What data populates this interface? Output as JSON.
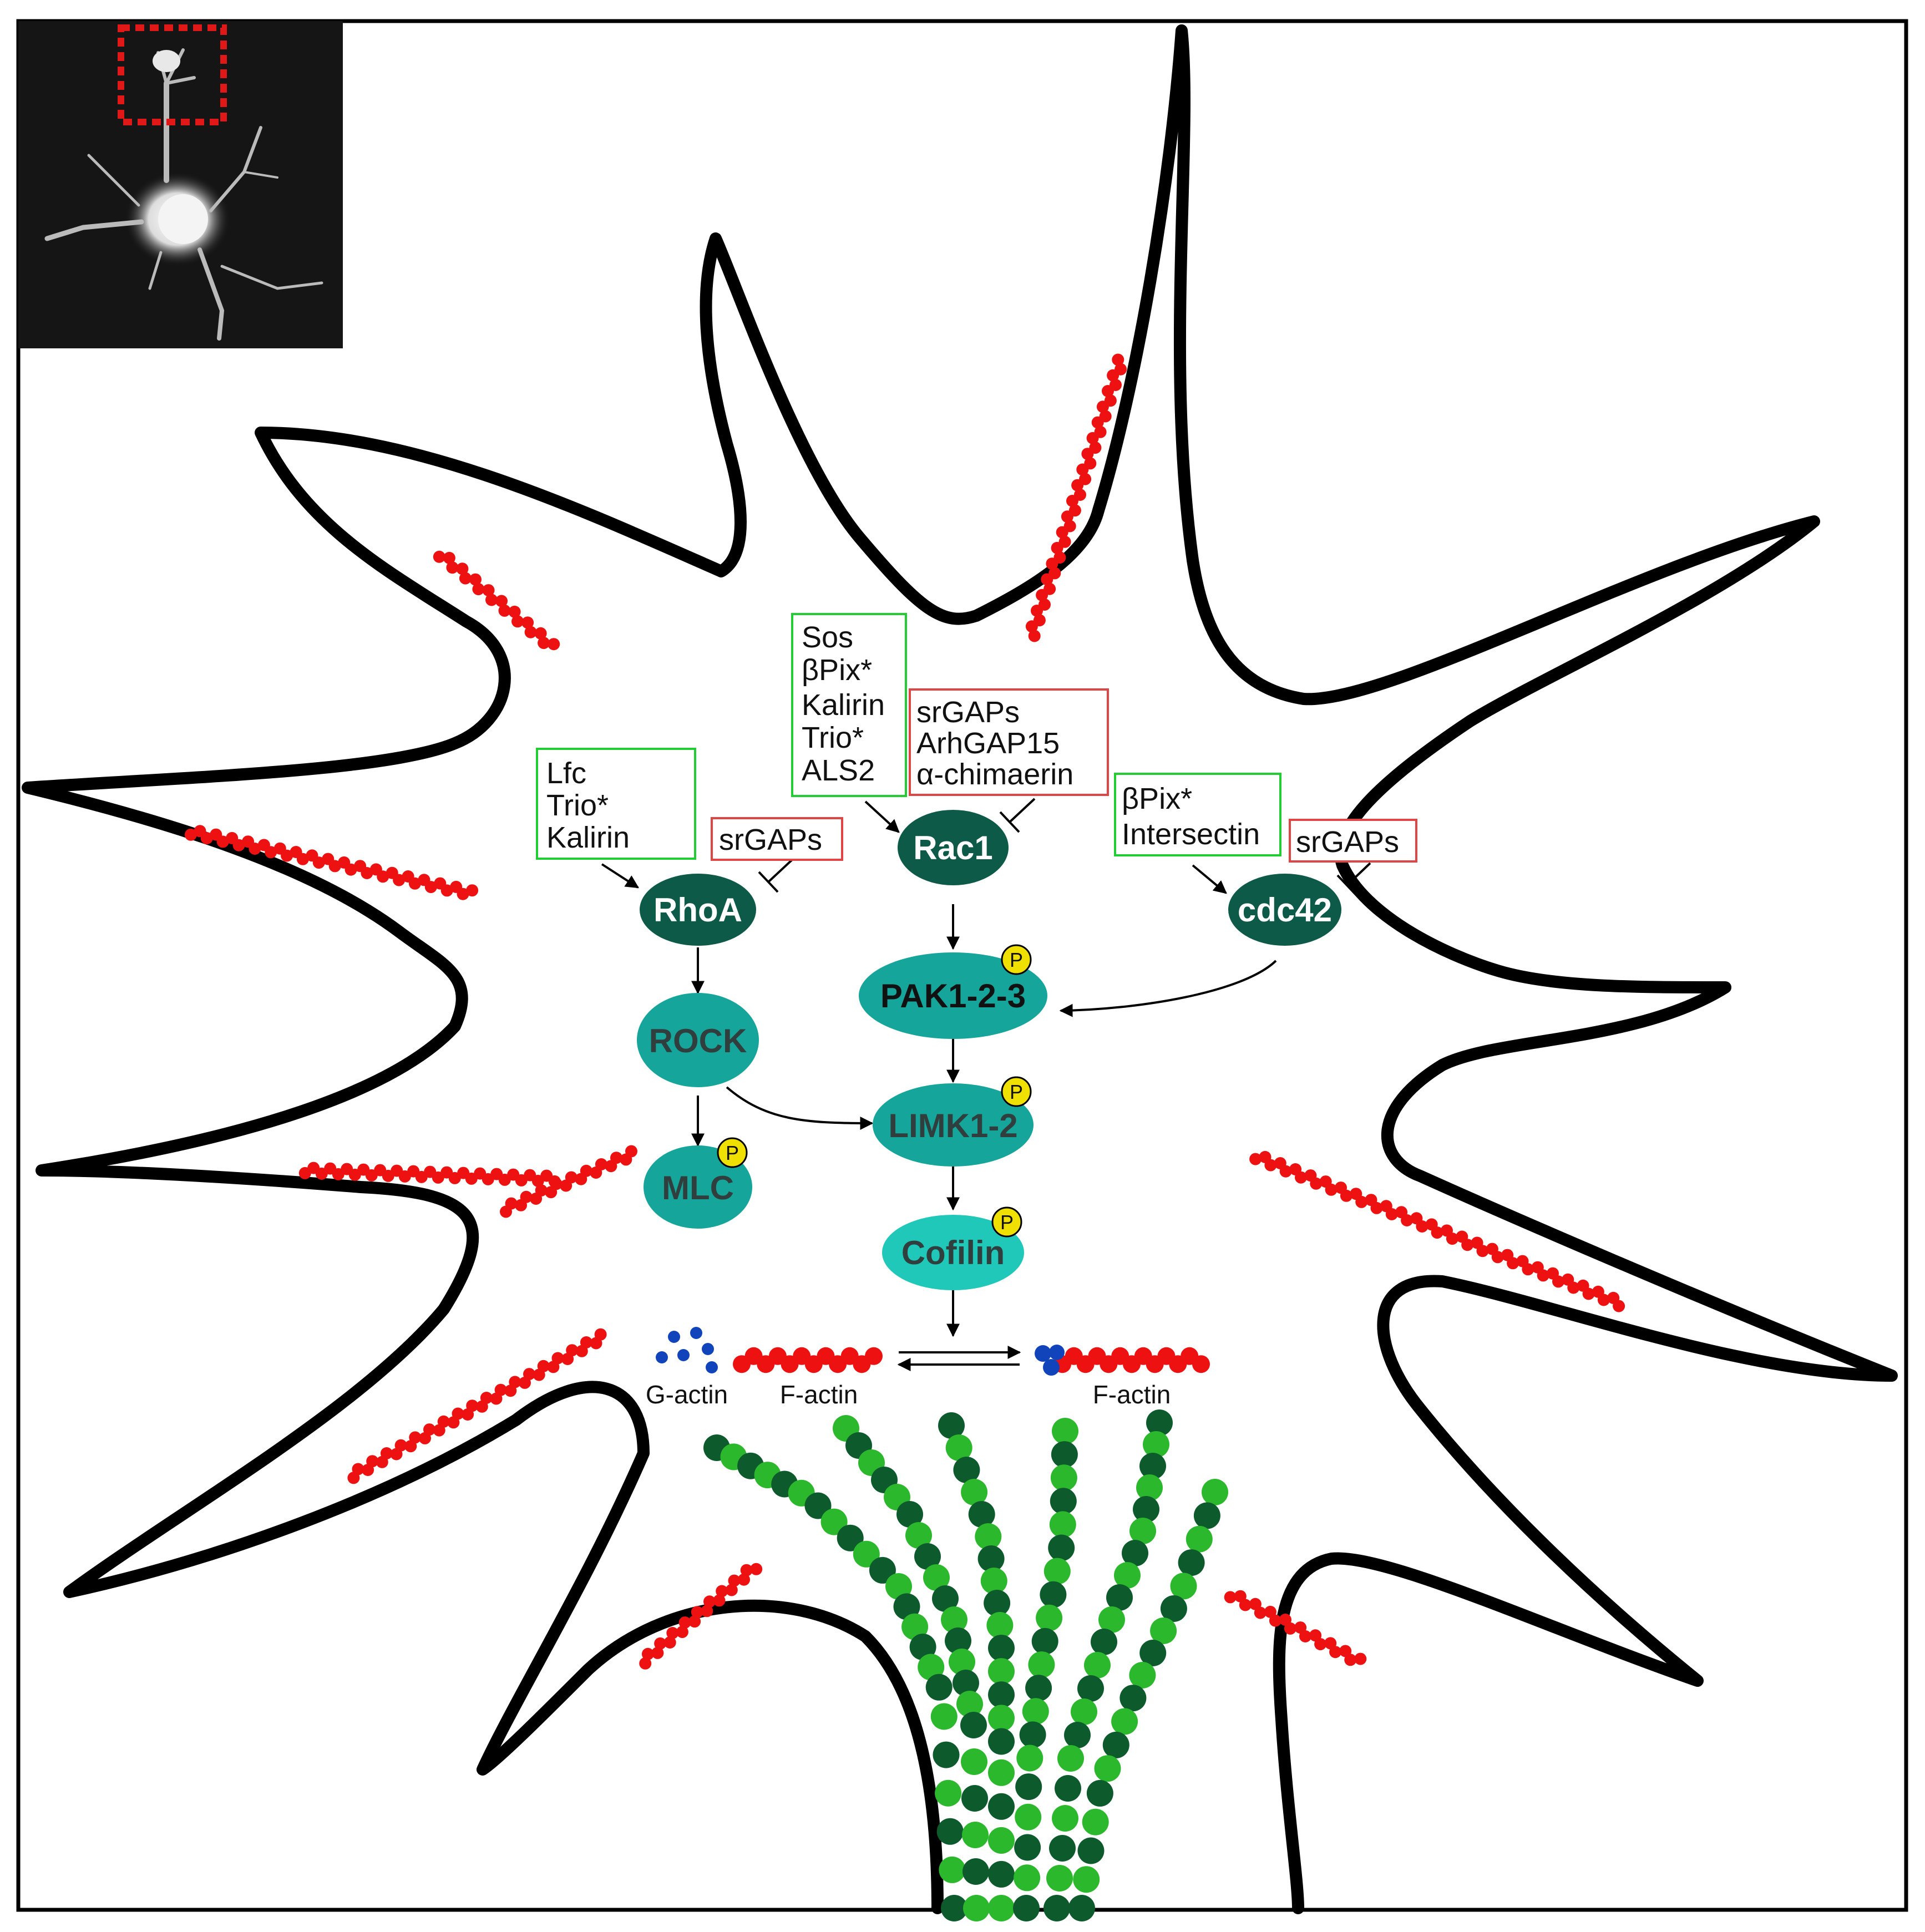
{
  "colors": {
    "activator_box": "#22cc33",
    "inhibitor_box": "#e04545",
    "gtpase_dark": "#0e5a48",
    "kinase": "#15a59b",
    "cofilin": "#1fc8b8",
    "phospho": "#f0e000",
    "factin": "#ee1111",
    "gactin": "#1144bb",
    "microtubule_dark": "#0d5a2d",
    "microtubule_light": "#2cb82c",
    "outline": "#000000"
  },
  "inset": {
    "description_icon": "neuron-fluorescence-micrograph"
  },
  "boxes": {
    "rhoa_gefs": [
      "Lfc",
      "Trio*",
      "Kalirin"
    ],
    "rhoa_gaps": [
      "srGAPs"
    ],
    "rac1_gefs": [
      "Sos",
      "βPix*",
      "Kalirin",
      "Trio*",
      "ALS2"
    ],
    "rac1_gaps": [
      "srGAPs",
      "ArhGAP15",
      "α-chimaerin"
    ],
    "cdc42_gefs": [
      "βPix*",
      "Intersectin"
    ],
    "cdc42_gaps": [
      "srGAPs"
    ]
  },
  "nodes": {
    "rhoa": "RhoA",
    "rac1": "Rac1",
    "cdc42": "cdc42",
    "rock": "ROCK",
    "pak": "PAK1-2-3",
    "mlc": "MLC",
    "limk": "LIMK1-2",
    "cofilin": "Cofilin",
    "phospho_label": "P"
  },
  "actin": {
    "g_actin": "G-actin",
    "f_actin_left": "F-actin",
    "f_actin_right": "F-actin"
  }
}
